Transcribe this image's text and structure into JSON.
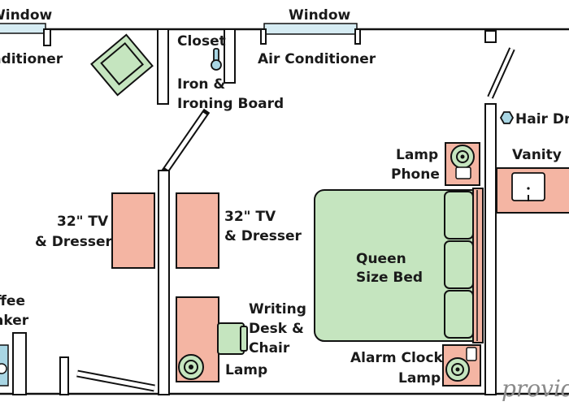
{
  "labels": {
    "window_left": "Window",
    "window_top": "Window",
    "air_conditioner_left": "Air Conditioner",
    "air_conditioner_top": "Air Conditioner",
    "closet": "Closet",
    "iron_line1": "Iron &",
    "iron_line2": "Ironing Board",
    "hair_dryer": "Hair Dryer",
    "vanity": "Vanity",
    "lamp_top": "Lamp",
    "phone": "Phone",
    "tv_left_line1": "32\" TV",
    "tv_left_line2": "& Dresser",
    "tv_right_line1": "32\" TV",
    "tv_right_line2": "& Dresser",
    "bed_line1": "Queen",
    "bed_line2": "Size Bed",
    "coffee_line1": "Coffee",
    "coffee_line2": "Maker",
    "desk_line1": "Writing",
    "desk_line2": "Desk &",
    "desk_line3": "Chair",
    "lamp_desk": "Lamp",
    "alarm_line1": "Alarm Clock",
    "alarm_line2": "Lamp"
  },
  "watermark": "provided by",
  "colors": {
    "furniture": "#f4b5a3",
    "soft_furniture": "#c5e5bf",
    "window": "#d6ecf3",
    "wall": "#111111"
  }
}
